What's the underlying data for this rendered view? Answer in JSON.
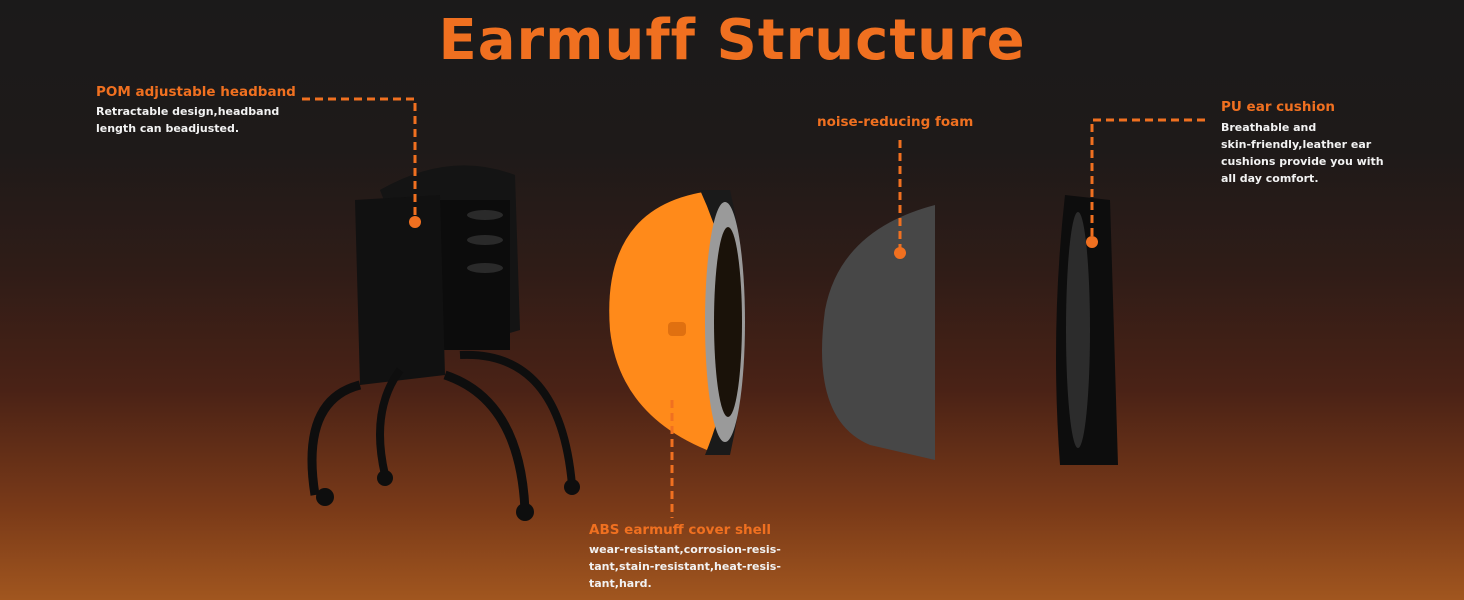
{
  "title": "Earmuff Structure",
  "colors": {
    "accent": "#f07020",
    "shell": "#ff8a1a"
  },
  "parts": [
    {
      "name": "POM adjustable headband",
      "desc": [
        "Retractable design,headband",
        "length can beadjusted."
      ]
    },
    {
      "name": "noise-reducing foam"
    },
    {
      "name": "PU ear cushion",
      "desc": [
        "Breathable and",
        "skin-friendly,leather ear",
        "cushions provide you with",
        "all day comfort."
      ]
    },
    {
      "name": "ABS earmuff cover shell",
      "desc": [
        "wear-resistant,corrosion-resis-",
        "tant,stain-resistant,heat-resis-",
        "tant,hard."
      ]
    }
  ]
}
